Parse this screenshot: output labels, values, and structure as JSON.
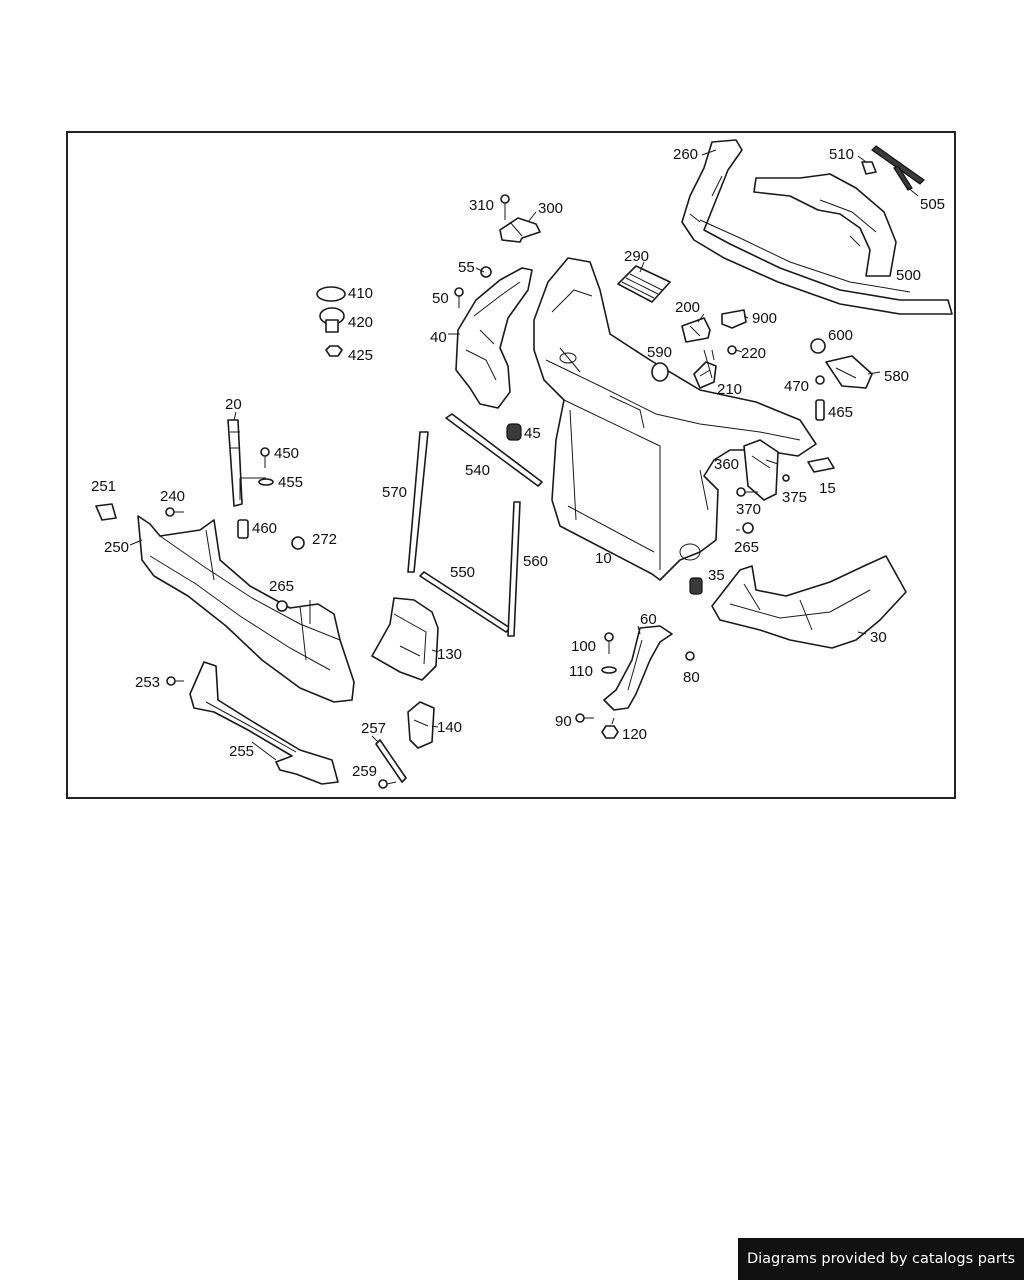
{
  "diagram": {
    "callouts": {
      "c260": "260",
      "c510": "510",
      "c505": "505",
      "c500": "500",
      "c310": "310",
      "c300": "300",
      "c290": "290",
      "c55": "55",
      "c50": "50",
      "c40": "40",
      "c410": "410",
      "c420": "420",
      "c425": "425",
      "c200": "200",
      "c900": "900",
      "c590": "590",
      "c220": "220",
      "c210": "210",
      "c600": "600",
      "c580": "580",
      "c470": "470",
      "c465": "465",
      "c20": "20",
      "c450": "450",
      "c455": "455",
      "c460": "460",
      "c251": "251",
      "c240": "240",
      "c250": "250",
      "c272": "272",
      "c45": "45",
      "c540": "540",
      "c570": "570",
      "c550": "550",
      "c560": "560",
      "c10": "10",
      "c360": "360",
      "c375": "375",
      "c15": "15",
      "c370": "370",
      "c265a": "265",
      "c265b": "265",
      "c35": "35",
      "c30": "30",
      "c60": "60",
      "c100": "100",
      "c110": "110",
      "c80": "80",
      "c90": "90",
      "c120": "120",
      "c130": "130",
      "c140": "140",
      "c253": "253",
      "c255": "255",
      "c257": "257",
      "c259": "259"
    }
  },
  "footer": {
    "credit": "Diagrams provided by catalogs parts"
  }
}
